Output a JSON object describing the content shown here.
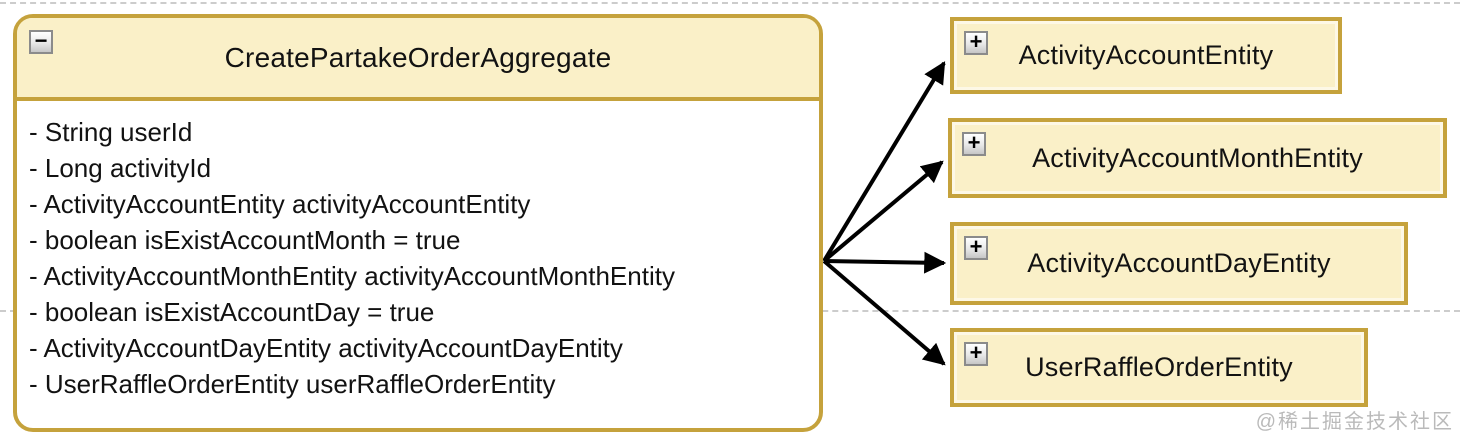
{
  "diagram": {
    "aggregate": {
      "title": "CreatePartakeOrderAggregate",
      "collapse_glyph": "−",
      "fields": [
        "- String userId",
        "- Long activityId",
        "- ActivityAccountEntity activityAccountEntity",
        "- boolean isExistAccountMonth = true",
        "- ActivityAccountMonthEntity activityAccountMonthEntity",
        "- boolean isExistAccountDay = true",
        "- ActivityAccountDayEntity activityAccountDayEntity",
        "- UserRaffleOrderEntity userRaffleOrderEntity"
      ]
    },
    "entities": [
      {
        "label": "ActivityAccountEntity",
        "expand_glyph": "+"
      },
      {
        "label": "ActivityAccountMonthEntity",
        "expand_glyph": "+"
      },
      {
        "label": "ActivityAccountDayEntity",
        "expand_glyph": "+"
      },
      {
        "label": "UserRaffleOrderEntity",
        "expand_glyph": "+"
      }
    ],
    "colors": {
      "box_border": "#C5A23C",
      "box_fill": "#FAF0C8",
      "arrow": "#000000",
      "text": "#121212"
    },
    "watermark": "@稀土掘金技术社区"
  }
}
